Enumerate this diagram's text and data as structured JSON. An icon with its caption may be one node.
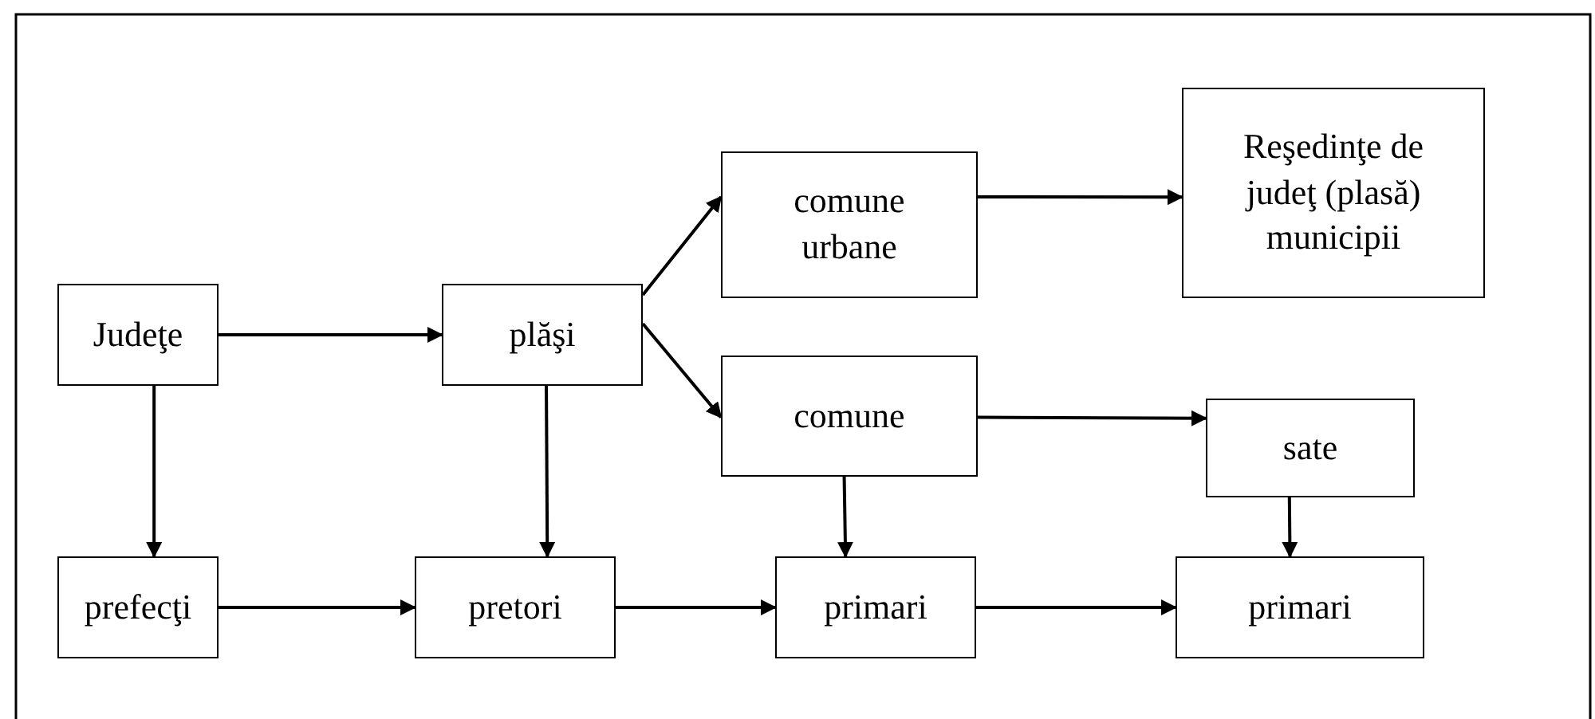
{
  "diagram": {
    "nodes": [
      {
        "text": [
          "Judeţe"
        ]
      },
      {
        "text": [
          "plăşi"
        ]
      },
      {
        "text": [
          "comune urbane"
        ]
      },
      {
        "text": [
          "Reşedinţe de judeţ (plasă) municipii"
        ]
      },
      {
        "text": [
          "comune"
        ]
      },
      {
        "text": [
          "sate"
        ]
      },
      {
        "text": [
          "prefecţi"
        ]
      },
      {
        "text": [
          "pretori"
        ]
      },
      {
        "text": [
          "primari"
        ]
      },
      {
        "text": [
          "primari"
        ]
      }
    ],
    "edges": [
      {
        "from": 0,
        "to": 1,
        "arrow": "to"
      },
      {
        "from": 1,
        "to": 2,
        "arrow": "to"
      },
      {
        "from": 1,
        "to": 4,
        "arrow": "to"
      },
      {
        "from": 2,
        "to": 3,
        "arrow": "to"
      },
      {
        "from": 4,
        "to": 5,
        "arrow": "to"
      },
      {
        "from": 0,
        "to": 6,
        "arrow": "to"
      },
      {
        "from": 1,
        "to": 7,
        "arrow": "to"
      },
      {
        "from": 4,
        "to": 8,
        "arrow": "to"
      },
      {
        "from": 5,
        "to": 9,
        "arrow": "to"
      },
      {
        "from": 6,
        "to": 7,
        "arrow": "to"
      },
      {
        "from": 7,
        "to": 8,
        "arrow": "to"
      },
      {
        "from": 8,
        "to": 9,
        "arrow": "to"
      }
    ]
  }
}
